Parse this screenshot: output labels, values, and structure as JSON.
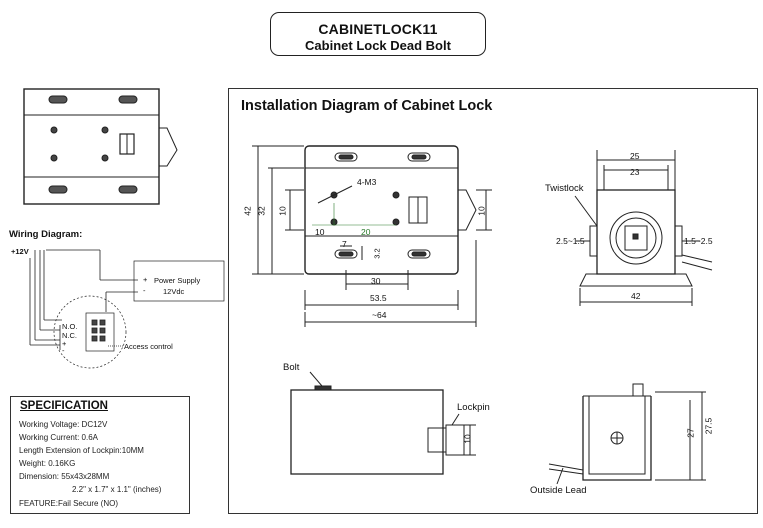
{
  "header": {
    "model": "CABINETLOCK11",
    "subtitle": "Cabinet Lock Dead Bolt"
  },
  "installation": {
    "title": "Installation Diagram of Cabinet Lock"
  },
  "wiring": {
    "title": "Wiring Diagram:",
    "plus_12v": "+12V",
    "power_supply_plus": "+",
    "power_supply_minus": "-",
    "power_supply_label": "Power Supply",
    "power_supply_voltage": "12Vdc",
    "no_label": "N.O.",
    "nc_label": "N.C.",
    "plus_label": "+",
    "minus_label": "-",
    "access_control": "Access control"
  },
  "front_view": {
    "screw_label": "4-M3",
    "dims": {
      "h42": "42",
      "h32": "32",
      "h10_left": "10",
      "h10_right": "10",
      "w10": "10",
      "w20": "20",
      "w7": "7",
      "h3_2": "3.2",
      "w30": "30",
      "w53_5": "53.5",
      "w64": "~64"
    }
  },
  "side_view": {
    "twistlock_label": "Twistlock",
    "dims": {
      "w25": "25",
      "w23": "23",
      "left_range": "2.5~1.5",
      "right_range": "1.5~2.5",
      "w42": "42"
    }
  },
  "bottom_left_view": {
    "bolt_label": "Bolt",
    "lockpin_label": "Lockpin",
    "d10": "10"
  },
  "bottom_right_view": {
    "outside_lead_label": "Outside Lead",
    "h27_5": "27.5",
    "h27": "27"
  },
  "specification": {
    "title": "SPECIFICATION",
    "lines": [
      "Working Voltage: DC12V",
      "Working Current: 0.6A",
      "Length Extension of Lockpin:10MM",
      "Weight: 0.16KG",
      "Dimension: 55x43x28MM",
      "2.2\" x 1.7\" x 1.1\"  (inches)",
      "FEATURE:Fail Secure (NO)"
    ]
  }
}
